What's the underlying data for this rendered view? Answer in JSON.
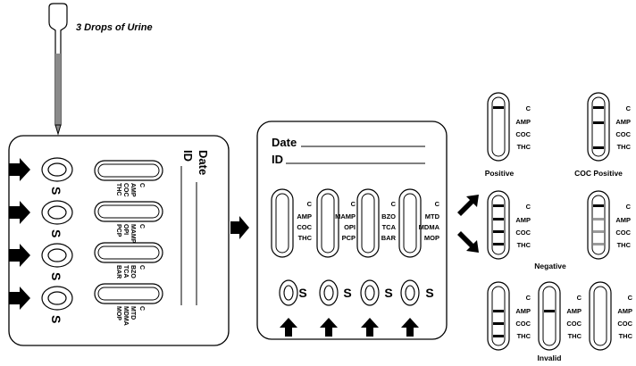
{
  "dropper": {
    "caption": "3 Drops of Urine"
  },
  "left_card": {
    "date_label": "Date",
    "id_label": "ID",
    "sample_label": "S",
    "strips": [
      {
        "labels": [
          "C",
          "AMP",
          "COC",
          "THC"
        ]
      },
      {
        "labels": [
          "C",
          "MAMP",
          "OPI",
          "PCP"
        ]
      },
      {
        "labels": [
          "C",
          "BZO",
          "TCA",
          "BAR"
        ]
      },
      {
        "labels": [
          "C",
          "MTD",
          "MDMA",
          "MOP"
        ]
      }
    ]
  },
  "middle_card": {
    "date_label": "Date",
    "id_label": "ID",
    "sample_label": "S",
    "strips": [
      {
        "labels": [
          "C",
          "AMP",
          "COC",
          "THC"
        ]
      },
      {
        "labels": [
          "C",
          "MAMP",
          "OPI",
          "PCP"
        ]
      },
      {
        "labels": [
          "C",
          "BZO",
          "TCA",
          "BAR"
        ]
      },
      {
        "labels": [
          "C",
          "MTD",
          "MDMA",
          "MOP"
        ]
      }
    ]
  },
  "results": {
    "strip_labels": [
      "C",
      "AMP",
      "COC",
      "THC"
    ],
    "positive_label": "Positive",
    "coc_positive_label": "COC Positive",
    "negative_label": "Negative",
    "invalid_label": "Invalid"
  }
}
